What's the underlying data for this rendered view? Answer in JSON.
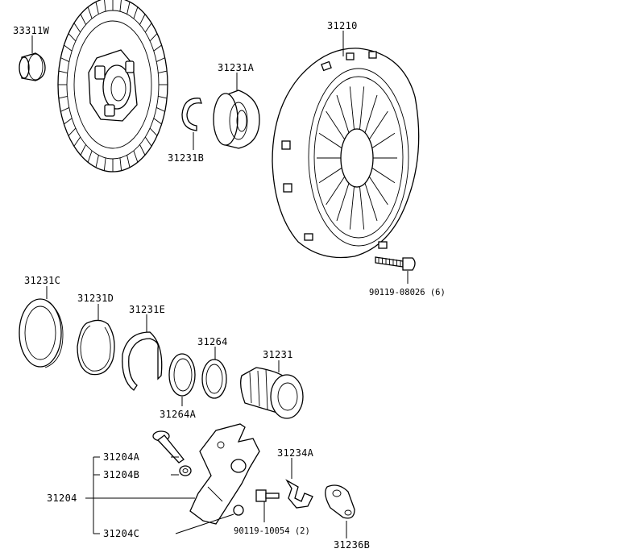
{
  "labels": {
    "p33311W": "33311W",
    "p31210": "31210",
    "p31231A": "31231A",
    "p31231B": "31231B",
    "p90119_08026": "90119-08026 (6)",
    "p31231C": "31231C",
    "p31231D": "31231D",
    "p31231E": "31231E",
    "p31264": "31264",
    "p31231": "31231",
    "p31264A": "31264A",
    "p31204A": "31204A",
    "p31204B": "31204B",
    "p31234A": "31234A",
    "p31204": "31204",
    "p31204C": "31204C",
    "p90119_10054": "90119-10054 (2)",
    "p31236B": "31236B"
  }
}
